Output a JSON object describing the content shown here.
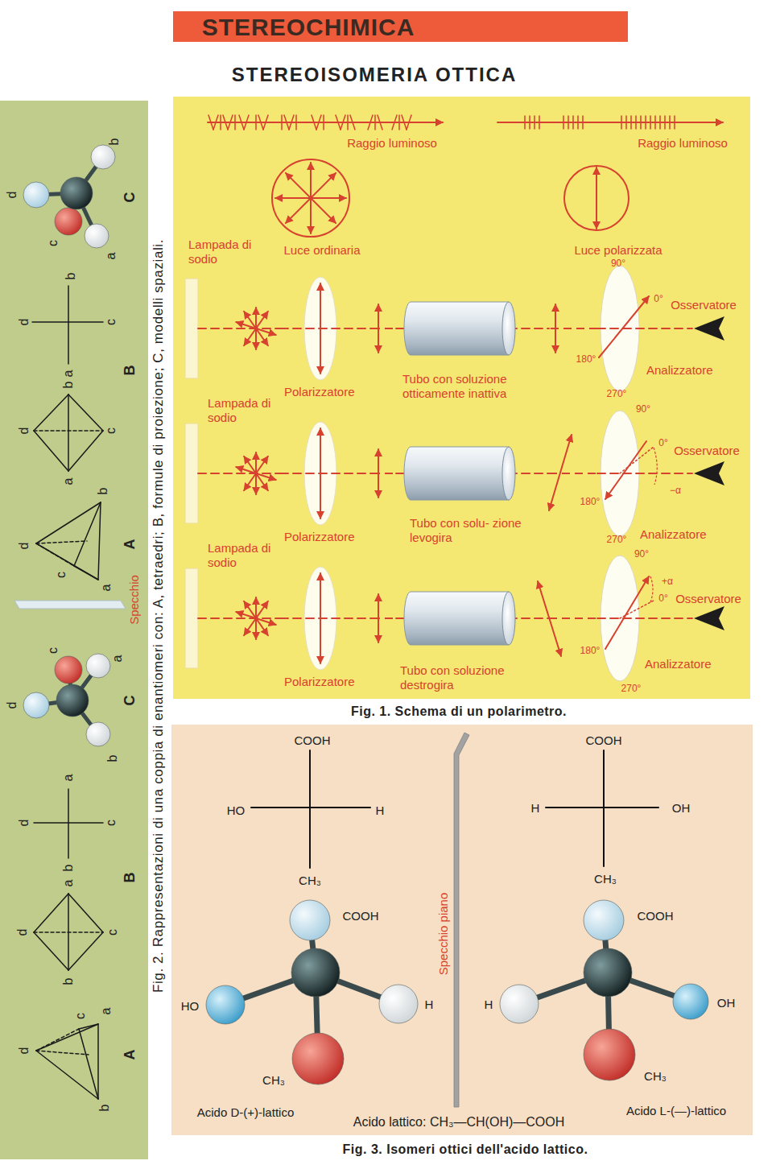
{
  "diagram": {
    "title": "STEREOCHIMICA",
    "caption": "Fig. 1. Schema di un polarimetro.",
    "nodes": [
      {
        "text": [
          "Polarizzatore"
        ]
      },
      {
        "text": [
          "Tubo con soluzione otticamente inattiva"
        ]
      },
      {
        "text": [
          "Analizzatore"
        ]
      },
      {
        "text": [
          "Polarizzatore"
        ]
      },
      {
        "text": [
          "Tubo con solu- zione levogira"
        ]
      },
      {
        "text": [
          "Analizzatore"
        ]
      },
      {
        "text": [
          "Polarizzatore"
        ]
      },
      {
        "text": [
          "Tubo con soluzione destrogira"
        ]
      },
      {
        "text": [
          "Analizzatore"
        ]
      }
    ],
    "edges": [
      {
        "from": 0,
        "to": 1,
        "arrow": "none"
      },
      {
        "from": 1,
        "to": 2,
        "arrow": "none"
      },
      {
        "from": 3,
        "to": 4,
        "arrow": "none"
      },
      {
        "from": 4,
        "to": 5,
        "arrow": "none"
      },
      {
        "from": 6,
        "to": 7,
        "arrow": "none"
      },
      {
        "from": 7,
        "to": 8,
        "arrow": "none"
      }
    ],
    "labels": [
      "STEREOISOMERIA OTTICA",
      "Raggio luminoso",
      "Raggio luminoso",
      "Luce ordinaria",
      "Luce polarizzata",
      "Lampada di sodio",
      "90°",
      "0°",
      "Osservatore",
      "180°",
      "270°",
      "Lampada di sodio",
      "90°",
      "0°",
      "Osservatore",
      "−α",
      "180°",
      "270°",
      "Lampada di sodio",
      "90°",
      "+α",
      "0°",
      "Osservatore",
      "180°",
      "270°",
      "Fig. 2. Rappresentazioni di una coppia di enantiomeri con: A, tetraedri; B, formule di proiezione; C, modelli spaziali.",
      "Specchio",
      "b",
      "d",
      "c",
      "a",
      "C",
      "b",
      "d",
      "c",
      "a",
      "B",
      "b",
      "d",
      "c",
      "a",
      "d",
      "b",
      "c",
      "a",
      "A",
      "c",
      "a",
      "d",
      "b",
      "C",
      "a",
      "d",
      "c",
      "b",
      "B",
      "a",
      "d",
      "c",
      "b",
      "c",
      "a",
      "d",
      "b",
      "A",
      "COOH",
      "HO",
      "H",
      "CH₃",
      "COOH",
      "H",
      "OH",
      "CH₃",
      "Specchio piano",
      "COOH",
      "HO",
      "H",
      "CH₃",
      "COOH",
      "H",
      "OH",
      "CH₃",
      "Acido D-(+)-lattico",
      "Acido lattico: CH₃—CH(OH)—COOH",
      "Acido L-(—)-lattico",
      "Fig. 3. Isomeri ottici dell'acido lattico."
    ]
  }
}
